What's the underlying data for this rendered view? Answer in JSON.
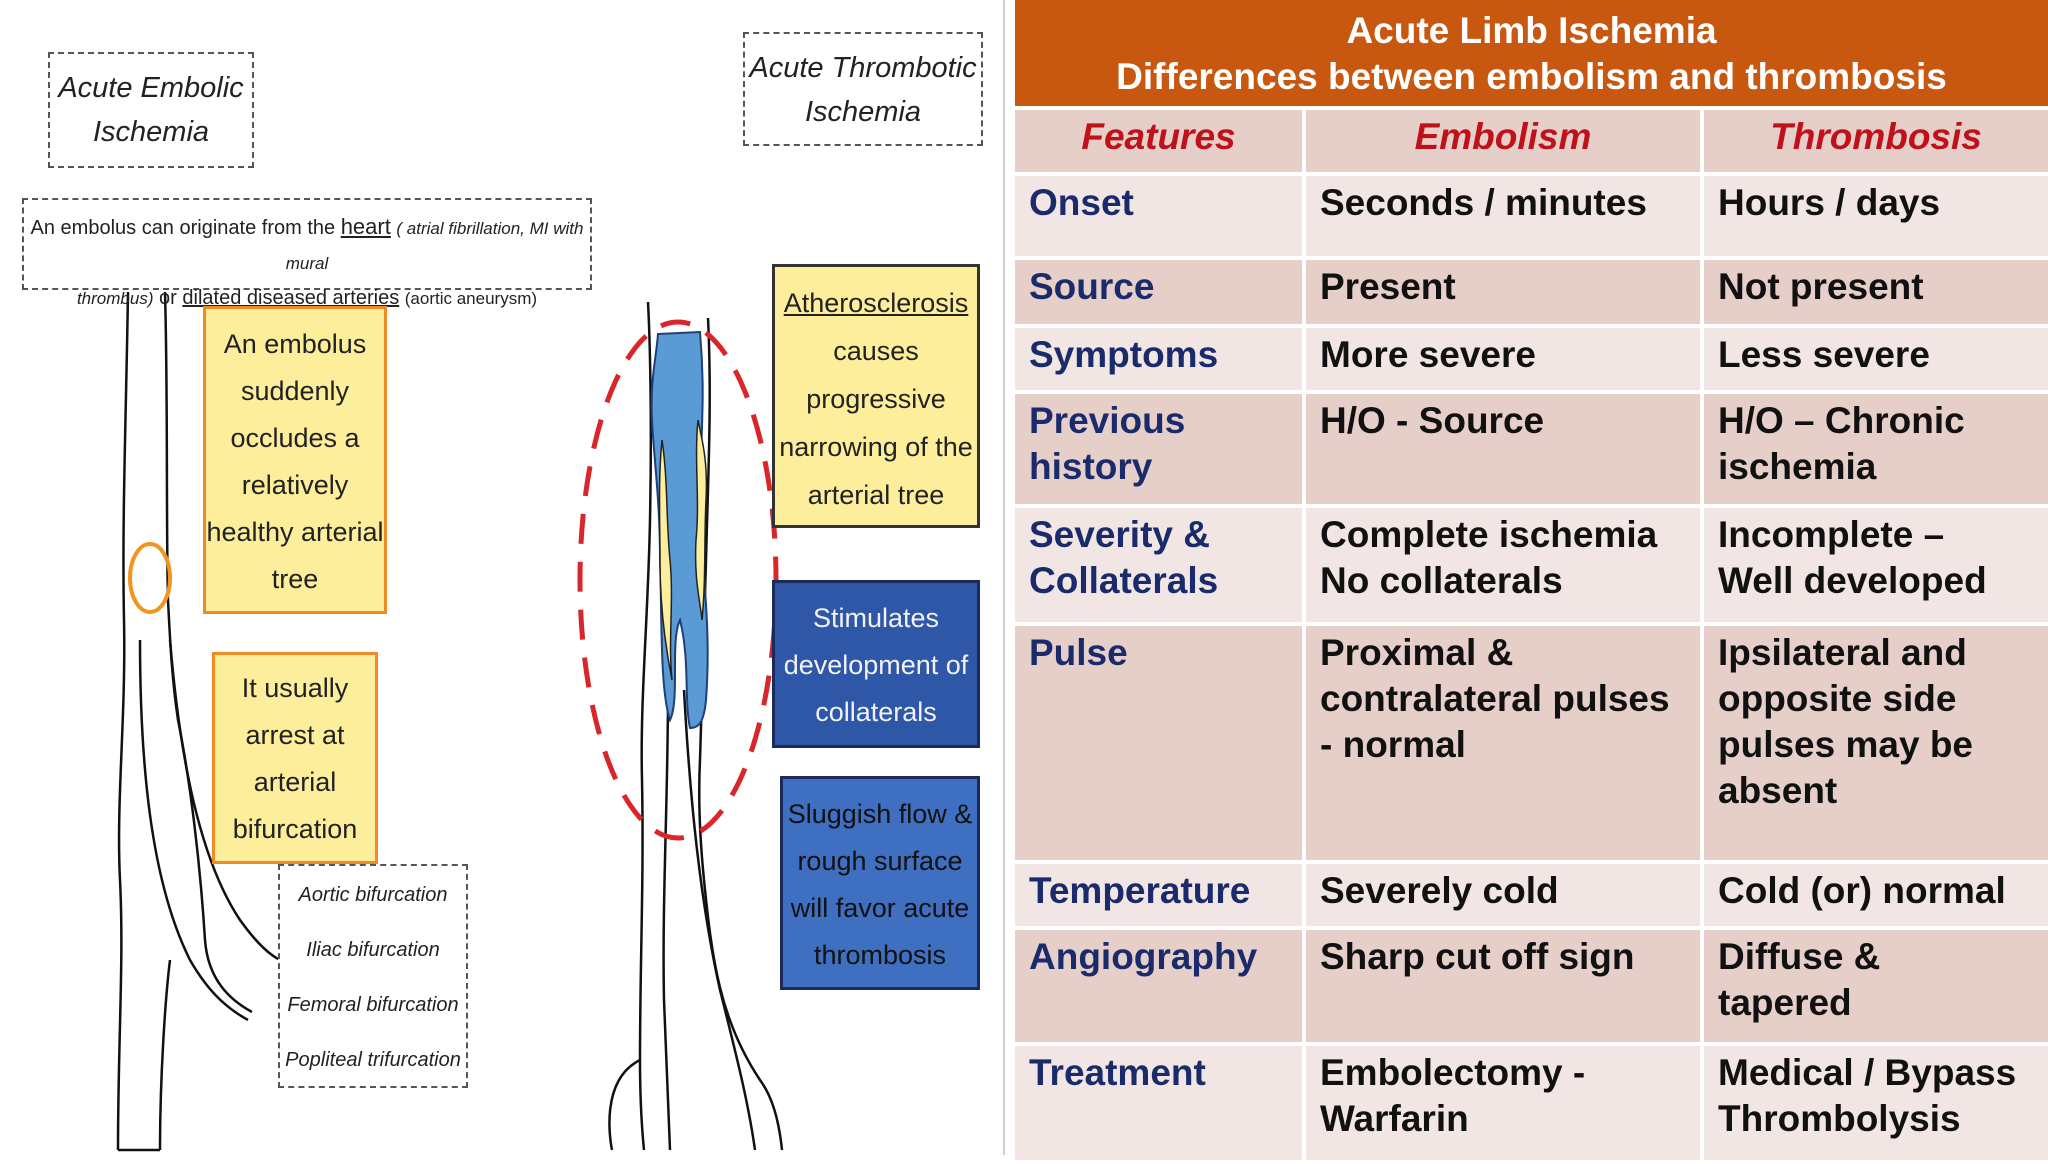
{
  "diagram": {
    "embolic_title": [
      "Acute Embolic",
      "Ischemia"
    ],
    "thrombotic_title": [
      "Acute Thrombotic",
      "Ischemia"
    ],
    "origin_note": {
      "line1_a": "An embolus can originate from the",
      "line1_b": "heart",
      "line1_c": "( atrial fibrillation, MI with mural",
      "line2_a": "thrombus)",
      "line2_b": "or",
      "line2_c": "dilated diseased arteries",
      "line2_d": "(aortic aneurysm)"
    },
    "embolus_box": [
      "An embolus",
      "suddenly",
      "occludes a",
      "relatively",
      "healthy arterial",
      "tree"
    ],
    "arrest_box": [
      "It usually",
      "arrest at",
      "arterial",
      "bifurcation"
    ],
    "bifurcations": [
      "Aortic bifurcation",
      "Iliac bifurcation",
      "Femoral bifurcation",
      "Popliteal trifurcation"
    ],
    "athero_box": [
      "Atherosclerosis",
      "causes",
      "progressive",
      "narrowing of the",
      "arterial tree"
    ],
    "collateral_box": [
      "Stimulates",
      "development of",
      "collaterals"
    ],
    "sluggish_box": [
      "Sluggish flow &",
      "rough surface",
      "will favor acute",
      "thrombosis"
    ],
    "colors": {
      "box_fill": "#fcee9b",
      "box_border": "#f08a24",
      "blue_dark": "#2e57a8",
      "blue_light": "#3f6fc0",
      "vessel_fill": "#5b9bd5",
      "dash_red": "#d9262b"
    }
  },
  "table": {
    "title": "Acute Limb Ischemia",
    "subtitle": "Differences between embolism and thrombosis",
    "headers": [
      "Features",
      "Embolism",
      "Thrombosis"
    ],
    "rows": [
      {
        "feature": [
          "Onset"
        ],
        "embolism": [
          "Seconds / minutes"
        ],
        "thrombosis": [
          "Hours / days"
        ]
      },
      {
        "feature": [
          "Source"
        ],
        "embolism": [
          "Present"
        ],
        "thrombosis": [
          "Not present"
        ]
      },
      {
        "feature": [
          "Symptoms"
        ],
        "embolism": [
          "More severe"
        ],
        "thrombosis": [
          "Less severe"
        ]
      },
      {
        "feature": [
          "Previous",
          "history"
        ],
        "embolism": [
          "H/O - Source"
        ],
        "thrombosis": [
          "H/O – Chronic",
          "ischemia"
        ]
      },
      {
        "feature": [
          "Severity &",
          "Collaterals"
        ],
        "embolism": [
          "Complete ischemia",
          "No collaterals"
        ],
        "thrombosis": [
          "Incomplete –",
          "Well developed"
        ]
      },
      {
        "feature": [
          "Pulse"
        ],
        "embolism": [
          "Proximal &",
          "contralateral pulses",
          "- normal"
        ],
        "thrombosis": [
          "Ipsilateral and",
          "opposite side",
          "pulses may be",
          "absent"
        ]
      },
      {
        "feature": [
          "Temperature"
        ],
        "embolism": [
          "Severely cold"
        ],
        "thrombosis": [
          "Cold (or) normal"
        ]
      },
      {
        "feature": [
          "Angiography"
        ],
        "embolism": [
          "Sharp cut off sign"
        ],
        "thrombosis": [
          "Diffuse &",
          "tapered"
        ]
      },
      {
        "feature": [
          "Treatment"
        ],
        "embolism": [
          "Embolectomy -",
          "Warfarin"
        ],
        "thrombosis": [
          "Medical / Bypass",
          "Thrombolysis"
        ]
      }
    ],
    "colors": {
      "header_bg": "#c8580f",
      "row_dark": "#e6cec9",
      "row_light": "#f2e6e4",
      "feature_text": "#1a2b6b",
      "header_text": "#c0101a"
    }
  }
}
